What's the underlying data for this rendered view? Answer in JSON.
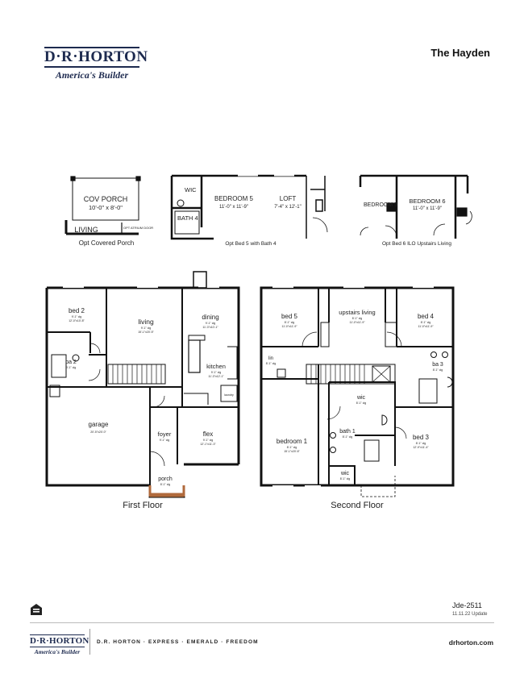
{
  "header": {
    "logo_text": "D·R·HORTON",
    "logo_tagline": "America's Builder",
    "plan_name": "The Hayden"
  },
  "options": {
    "cov_porch": {
      "title": "COV PORCH",
      "dims": "10'-0\" x 8'-0\"",
      "living": "LIVING",
      "door": "OPT ATRIUM DOOR",
      "caption": "Opt Covered Porch"
    },
    "bed5": {
      "wic": "WIC",
      "bath4": "BATH 4",
      "bedroom": "BEDROOM 5",
      "bedroom_dims": "11'-0\" x 11'-9\"",
      "loft": "LOFT",
      "loft_dims": "7'-4\" x 12'-1\"",
      "caption": "Opt Bed 5 with Bath 4"
    },
    "bed6": {
      "bedroom5": "BEDROOM 5",
      "bedroom6": "BEDROOM 6",
      "bedroom6_dims": "11'-0\" x 11'-9\"",
      "caption": "Opt Bed 6 ILO Upstairs Living"
    }
  },
  "first_floor": {
    "label": "First Floor",
    "rooms": {
      "bed2": {
        "name": "bed 2",
        "clg": "9'-1\" clg",
        "dims": "12'-0\"x10'-8\""
      },
      "living": {
        "name": "living",
        "clg": "9'-1\" clg",
        "dims": "15'-1\"x20'-5\""
      },
      "dining": {
        "name": "dining",
        "clg": "9'-1\" clg",
        "dims": "11'-3\"x10'-1\""
      },
      "ba2": {
        "name": "ba 2",
        "clg": "9'-1\" clg"
      },
      "kitchen": {
        "name": "kitchen",
        "clg": "9'-1\" clg",
        "dims": "11'-3\"x12'-1\""
      },
      "laundry": {
        "name": "laundry"
      },
      "garage": {
        "name": "garage",
        "dims": "20'-5\"x20'-0\""
      },
      "foyer": {
        "name": "foyer",
        "clg": "9'-1\" clg"
      },
      "flex": {
        "name": "flex",
        "clg": "9'-1\" clg",
        "dims": "12'-1\"x11'-3\""
      },
      "porch": {
        "name": "porch",
        "clg": "8'-1\" clg"
      }
    }
  },
  "second_floor": {
    "label": "Second Floor",
    "rooms": {
      "bed5": {
        "name": "bed 5",
        "clg": "8'-1\" clg",
        "dims": "11'-0\"x11'-9\""
      },
      "upstairs_living": {
        "name": "upstairs living",
        "clg": "8'-1\" clg",
        "dims": "11'-0\"x11'-9\""
      },
      "bed4": {
        "name": "bed 4",
        "clg": "8'-1\" clg",
        "dims": "11'-0\"x11'-9\""
      },
      "lin": {
        "name": "lin",
        "clg": "8'-1\" clg"
      },
      "ba3": {
        "name": "ba 3",
        "clg": "8'-1\" clg"
      },
      "wic1": {
        "name": "wic",
        "clg": "8'-1\" clg"
      },
      "bedroom1": {
        "name": "bedroom 1",
        "clg": "8'-1\" clg",
        "dims": "15'-1\"x20'-6\""
      },
      "bath1": {
        "name": "bath 1",
        "clg": "8'-1\" clg"
      },
      "bed3": {
        "name": "bed 3",
        "clg": "8'-1\" clg",
        "dims": "12'-9\"x11'-4\""
      },
      "wic2": {
        "name": "wic",
        "clg": "8'-1\" clg"
      }
    }
  },
  "footer": {
    "doc_code": "Jde-2511",
    "doc_date": "11.11.22 Update",
    "brands": "D.R. HORTON · EXPRESS · EMERALD · FREEDOM",
    "website": "drhorton.com",
    "logo_text": "D·R·HORTON",
    "logo_tagline": "America's Builder"
  }
}
